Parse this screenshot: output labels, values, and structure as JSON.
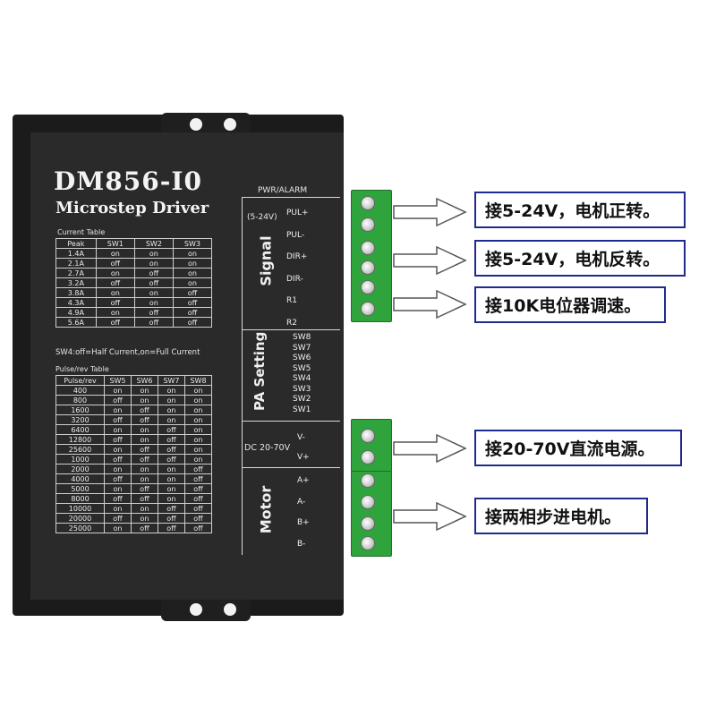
{
  "driver": {
    "model": "DM856-I0",
    "subtitle": "Microstep Driver",
    "current_table_label": "Current Table",
    "current_table": {
      "headers": [
        "Peak",
        "SW1",
        "SW2",
        "SW3"
      ],
      "rows": [
        [
          "1.4A",
          "on",
          "on",
          "on"
        ],
        [
          "2.1A",
          "off",
          "on",
          "on"
        ],
        [
          "2.7A",
          "on",
          "off",
          "on"
        ],
        [
          "3.2A",
          "off",
          "off",
          "on"
        ],
        [
          "3.8A",
          "on",
          "on",
          "off"
        ],
        [
          "4.3A",
          "off",
          "on",
          "off"
        ],
        [
          "4.9A",
          "on",
          "off",
          "off"
        ],
        [
          "5.6A",
          "off",
          "off",
          "off"
        ]
      ]
    },
    "sw4_note": "SW4:off=Half Current,on=Full Current",
    "pulse_table_label": "Pulse/rev Table",
    "pulse_table": {
      "headers": [
        "Pulse/rev",
        "SW5",
        "SW6",
        "SW7",
        "SW8"
      ],
      "rows": [
        [
          "400",
          "on",
          "on",
          "on",
          "on"
        ],
        [
          "800",
          "off",
          "on",
          "on",
          "on"
        ],
        [
          "1600",
          "on",
          "off",
          "on",
          "on"
        ],
        [
          "3200",
          "off",
          "off",
          "on",
          "on"
        ],
        [
          "6400",
          "on",
          "on",
          "off",
          "on"
        ],
        [
          "12800",
          "off",
          "on",
          "off",
          "on"
        ],
        [
          "25600",
          "on",
          "off",
          "off",
          "on"
        ],
        [
          "1000",
          "off",
          "off",
          "off",
          "on"
        ],
        [
          "2000",
          "on",
          "on",
          "on",
          "off"
        ],
        [
          "4000",
          "off",
          "on",
          "on",
          "off"
        ],
        [
          "5000",
          "on",
          "off",
          "on",
          "off"
        ],
        [
          "8000",
          "off",
          "off",
          "on",
          "off"
        ],
        [
          "10000",
          "on",
          "on",
          "off",
          "off"
        ],
        [
          "20000",
          "off",
          "on",
          "off",
          "off"
        ],
        [
          "25000",
          "on",
          "off",
          "off",
          "off"
        ]
      ]
    },
    "pwr_alarm": "PWR/ALARM",
    "signal_label": "Signal",
    "signal_voltage": "(5-24V)",
    "signal_pins": [
      "PUL+",
      "PUL-",
      "DIR+",
      "DIR-",
      "R1",
      "R2"
    ],
    "pa_setting_label": "PA Setting",
    "switch_pins": [
      "SW8",
      "SW7",
      "SW6",
      "SW5",
      "SW4",
      "SW3",
      "SW2",
      "SW1"
    ],
    "dc_label": "DC 20-70V",
    "power_pins": [
      "V-",
      "V+"
    ],
    "motor_label": "Motor",
    "motor_pins": [
      "A+",
      "A-",
      "B+",
      "B-"
    ]
  },
  "callouts": [
    "接5-24V，电机正转。",
    "接5-24V，电机反转。",
    "接10K电位器调速。",
    "接20-70V直流电源。",
    "接两相步进电机。"
  ],
  "colors": {
    "driver_body": "#2a2a2a",
    "terminal_green": "#2fa33c",
    "callout_border": "#1e2b8c",
    "arrow_fill": "#ffffff"
  }
}
